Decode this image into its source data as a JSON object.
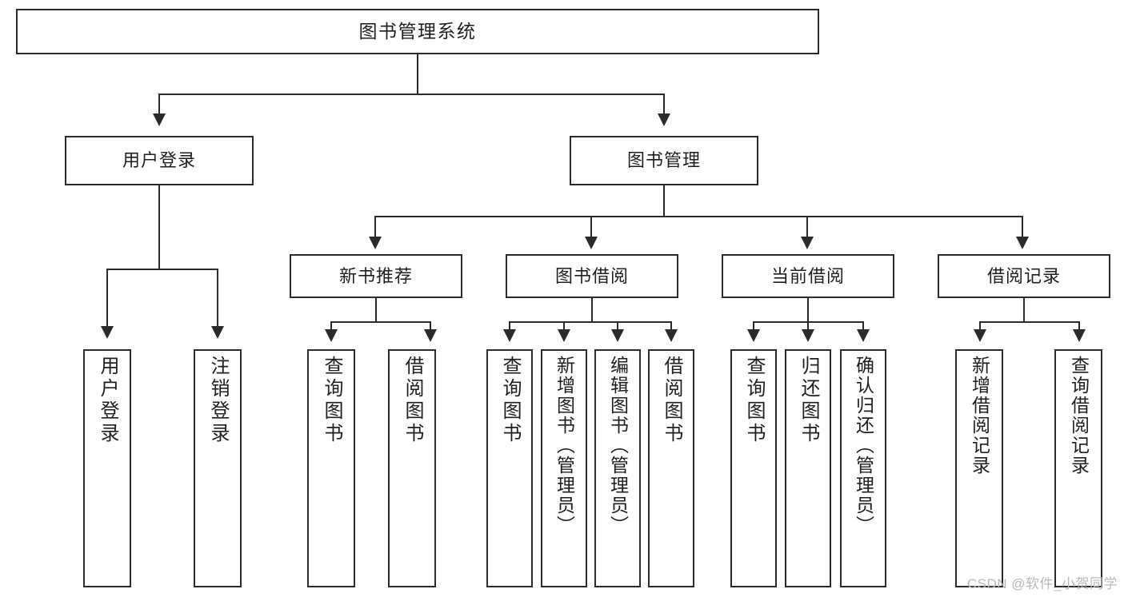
{
  "diagram": {
    "type": "tree-hierarchy",
    "title": "图书管理系统",
    "watermark": "CSDN @软件_小贺同学",
    "colors": {
      "background": "#ffffff",
      "border": "#2b2b2b",
      "text": "#1f1f1f",
      "watermark": "#b9b9b9"
    },
    "nodes": {
      "root": "图书管理系统",
      "level2": {
        "user_login": "用户登录",
        "book_manage": "图书管理"
      },
      "level3": {
        "new_book_rec": "新书推荐",
        "book_borrow": "图书借阅",
        "current_borrow": "当前借阅",
        "borrow_record": "借阅记录"
      },
      "leaves": {
        "user_login_1": "用户登录",
        "user_login_2": "注销登录",
        "new_book_rec_1": "查询图书",
        "new_book_rec_2": "借阅图书",
        "book_borrow_1": "查询图书",
        "book_borrow_2": "新增图书（管理员）",
        "book_borrow_3": "编辑图书（管理员）",
        "book_borrow_4": "借阅图书",
        "current_borrow_1": "查询图书",
        "current_borrow_2": "归还图书",
        "current_borrow_3": "确认归还（管理员）",
        "borrow_record_1": "新增借阅记录",
        "borrow_record_2": "查询借阅记录"
      }
    }
  }
}
